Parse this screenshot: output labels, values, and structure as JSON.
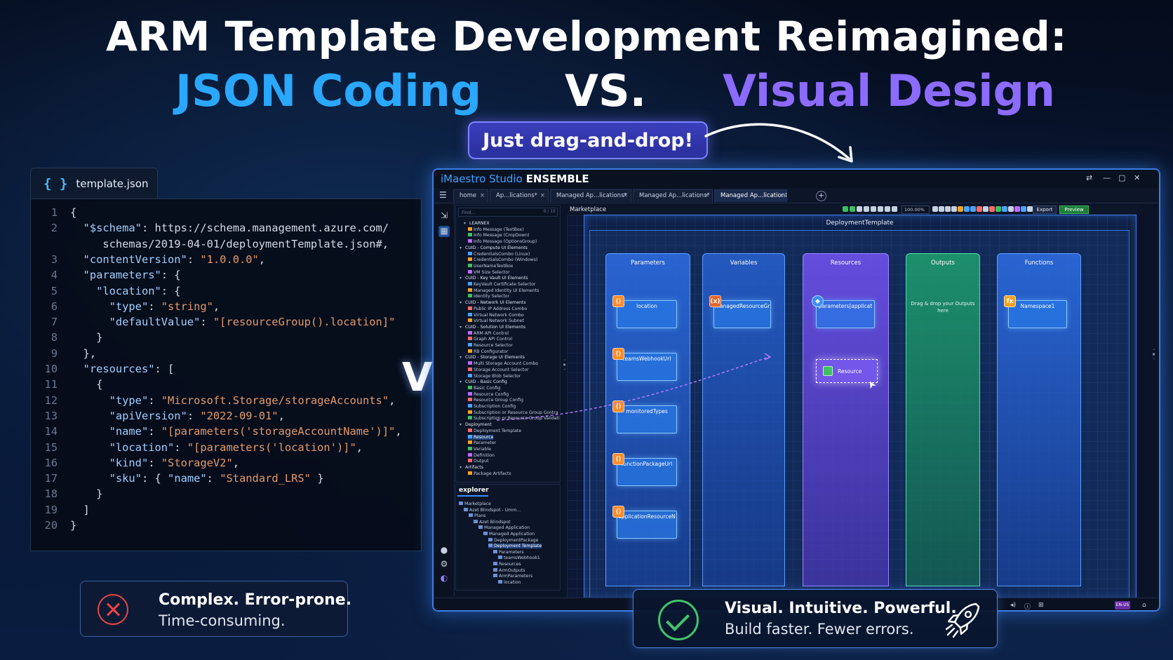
{
  "headline": {
    "line1": "ARM Template Development Reimagined:",
    "json_label": "JSON Coding",
    "vs": "VS.",
    "visual_label": "Visual Design",
    "callout": "Just drag-and-drop!"
  },
  "code_editor": {
    "tab_icon": "{ }",
    "tab_name": "template.json",
    "lines": [
      {
        "n": "1",
        "t": "{"
      },
      {
        "n": "2",
        "t": "  \"$schema\": \"https://schema.management.azure.com/"
      },
      {
        "n": "",
        "t": "     schemas/2019-04-01/deploymentTemplate.json#\","
      },
      {
        "n": "3",
        "t": "  \"contentVersion\": \"1.0.0.0\","
      },
      {
        "n": "4",
        "t": "  \"parameters\": {"
      },
      {
        "n": "5",
        "t": "    \"location\": {"
      },
      {
        "n": "6",
        "t": "      \"type\": \"string\","
      },
      {
        "n": "7",
        "t": "      \"defaultValue\": \"[resourceGroup().location]\""
      },
      {
        "n": "8",
        "t": "    }"
      },
      {
        "n": "9",
        "t": "  },"
      },
      {
        "n": "10",
        "t": "  \"resources\": ["
      },
      {
        "n": "11",
        "t": "    {"
      },
      {
        "n": "12",
        "t": "      \"type\": \"Microsoft.Storage/storageAccounts\","
      },
      {
        "n": "13",
        "t": "      \"apiVersion\": \"2022-09-01\","
      },
      {
        "n": "14",
        "t": "      \"name\": \"[parameters('storageAccountName')]\","
      },
      {
        "n": "15",
        "t": "      \"location\": \"[parameters('location')]\","
      },
      {
        "n": "16",
        "t": "      \"kind\": \"StorageV2\","
      },
      {
        "n": "17",
        "t": "      \"sku\": { \"name\": \"Standard_LRS\" }"
      },
      {
        "n": "18",
        "t": "    }"
      },
      {
        "n": "19",
        "t": "  ]"
      },
      {
        "n": "20",
        "t": "}"
      }
    ]
  },
  "middle_vs": "VS.",
  "negative_card": {
    "icon": "x-circle-icon",
    "title": "Complex. Error-prone.",
    "subtitle": "Time-consuming."
  },
  "app": {
    "brand_part1": "iMaestro Studio",
    "brand_part2": "ENSEMBLE",
    "tabs": [
      "home",
      "Ap...lications*",
      "Managed Ap...lications*",
      "Managed Ap...lications*",
      "Managed Ap...lication8*"
    ],
    "find_placeholder": "Find...",
    "find_count": "0 / 15",
    "tree": [
      {
        "t": "LEARNEX",
        "lvl": 1,
        "grp": true
      },
      {
        "t": "Info Message (TextBox)",
        "lvl": 2
      },
      {
        "t": "Info Message (CropDown)",
        "lvl": 2
      },
      {
        "t": "Info Message (OptionsGroup)",
        "lvl": 2
      },
      {
        "t": "CUID - Compute UI Elements",
        "lvl": 0,
        "grp": true
      },
      {
        "t": "CredentialsCombo (Linux)",
        "lvl": 2
      },
      {
        "t": "CredentialsCombo (Windows)",
        "lvl": 2
      },
      {
        "t": "UserNameTextBox",
        "lvl": 2
      },
      {
        "t": "VM Size Selector",
        "lvl": 2
      },
      {
        "t": "CUID - Key Vault UI Elements",
        "lvl": 0,
        "grp": true
      },
      {
        "t": "KeyVault Certificate Selector",
        "lvl": 2
      },
      {
        "t": "Managed Identity UI Elements",
        "lvl": 2
      },
      {
        "t": "Identity Selector",
        "lvl": 2
      },
      {
        "t": "CUID - Network UI Elements",
        "lvl": 0,
        "grp": true
      },
      {
        "t": "Public IP Address Combo",
        "lvl": 2
      },
      {
        "t": "Virtual Network Combo",
        "lvl": 2
      },
      {
        "t": "Virtual Network Subnet",
        "lvl": 2
      },
      {
        "t": "CUID - Solution UI Elements",
        "lvl": 0,
        "grp": true
      },
      {
        "t": "ARM API Control",
        "lvl": 2
      },
      {
        "t": "Graph API Control",
        "lvl": 2
      },
      {
        "t": "Resource Selector",
        "lvl": 2
      },
      {
        "t": "RB Configurator",
        "lvl": 2
      },
      {
        "t": "CUID - Storage UI Elements",
        "lvl": 0,
        "grp": true
      },
      {
        "t": "Multi Storage Account Combo",
        "lvl": 2
      },
      {
        "t": "Storage Account Selector",
        "lvl": 2
      },
      {
        "t": "Storage Blob Selector",
        "lvl": 2
      },
      {
        "t": "CUID - Basic Config",
        "lvl": 0,
        "grp": true
      },
      {
        "t": "Basic Config",
        "lvl": 2
      },
      {
        "t": "Resource Config",
        "lvl": 2
      },
      {
        "t": "Resource Group Config",
        "lvl": 2
      },
      {
        "t": "Subscription Config",
        "lvl": 2
      },
      {
        "t": "Subscription or Resource Group Contra",
        "lvl": 2
      },
      {
        "t": "Subscription or Resource Group Validati",
        "lvl": 2
      },
      {
        "t": "Deployment",
        "lvl": 0,
        "grp": true
      },
      {
        "t": "Deployment Template",
        "lvl": 2
      },
      {
        "t": "Resource",
        "lvl": 2,
        "hl": true
      },
      {
        "t": "Parameter",
        "lvl": 2
      },
      {
        "t": "Variable",
        "lvl": 2
      },
      {
        "t": "Definition",
        "lvl": 2
      },
      {
        "t": "Output",
        "lvl": 2
      },
      {
        "t": "Artifacts",
        "lvl": 0,
        "grp": true
      },
      {
        "t": "Package Artifacts",
        "lvl": 2
      }
    ],
    "explorer_title": "explorer",
    "explorer_tree": [
      {
        "t": "Marketplace",
        "lvl": 0
      },
      {
        "t": "Azet Blindspot - Umm...",
        "lvl": 1
      },
      {
        "t": "Plans",
        "lvl": 2
      },
      {
        "t": "Azet Blindspot",
        "lvl": 3
      },
      {
        "t": "Managed Application",
        "lvl": 4
      },
      {
        "t": "Managed Application",
        "lvl": 5
      },
      {
        "t": "DeploymentPackage",
        "lvl": 6
      },
      {
        "t": "Deployment Template",
        "lvl": 6,
        "hl": true
      },
      {
        "t": "Parameters",
        "lvl": 7
      },
      {
        "t": "teamsWebhook1",
        "lvl": 8
      },
      {
        "t": "Resources",
        "lvl": 7
      },
      {
        "t": "ArmOutputs",
        "lvl": 7
      },
      {
        "t": "ArmParameters",
        "lvl": 7
      },
      {
        "t": "location",
        "lvl": 8
      }
    ],
    "breadcrumb": "Marketplace",
    "zoom": "100.00%",
    "export_label": "Export",
    "preview_label": "Preview",
    "deploy_title": "DeploymentTemplate",
    "columns": [
      {
        "title": "Parameters",
        "nodes": [
          "location",
          "teamsWebhookUrl",
          "monitoredTypes",
          "functionPackageUrl",
          "applicationResourceN"
        ]
      },
      {
        "title": "Variables",
        "nodes": [
          "managedResourceGr"
        ]
      },
      {
        "title": "Resources",
        "nodes": [
          "parameters[applicat"
        ]
      },
      {
        "title": "Outputs",
        "hint": "Drag & drop your Outputs here"
      },
      {
        "title": "Functions",
        "nodes": [
          "Namespace1"
        ]
      }
    ],
    "dragged_resource": "Resource",
    "locale": "EN-US",
    "colors": {
      "accent": "#3a7de0",
      "resources": "#8c6bff",
      "outputs": "#1ea06e",
      "preview": "#1f7d3a"
    }
  },
  "positive_card": {
    "icon": "check-circle-icon",
    "title": "Visual. Intuitive. Powerful.",
    "subtitle": "Build faster.  Fewer errors.",
    "decoration": "rocket-icon"
  }
}
